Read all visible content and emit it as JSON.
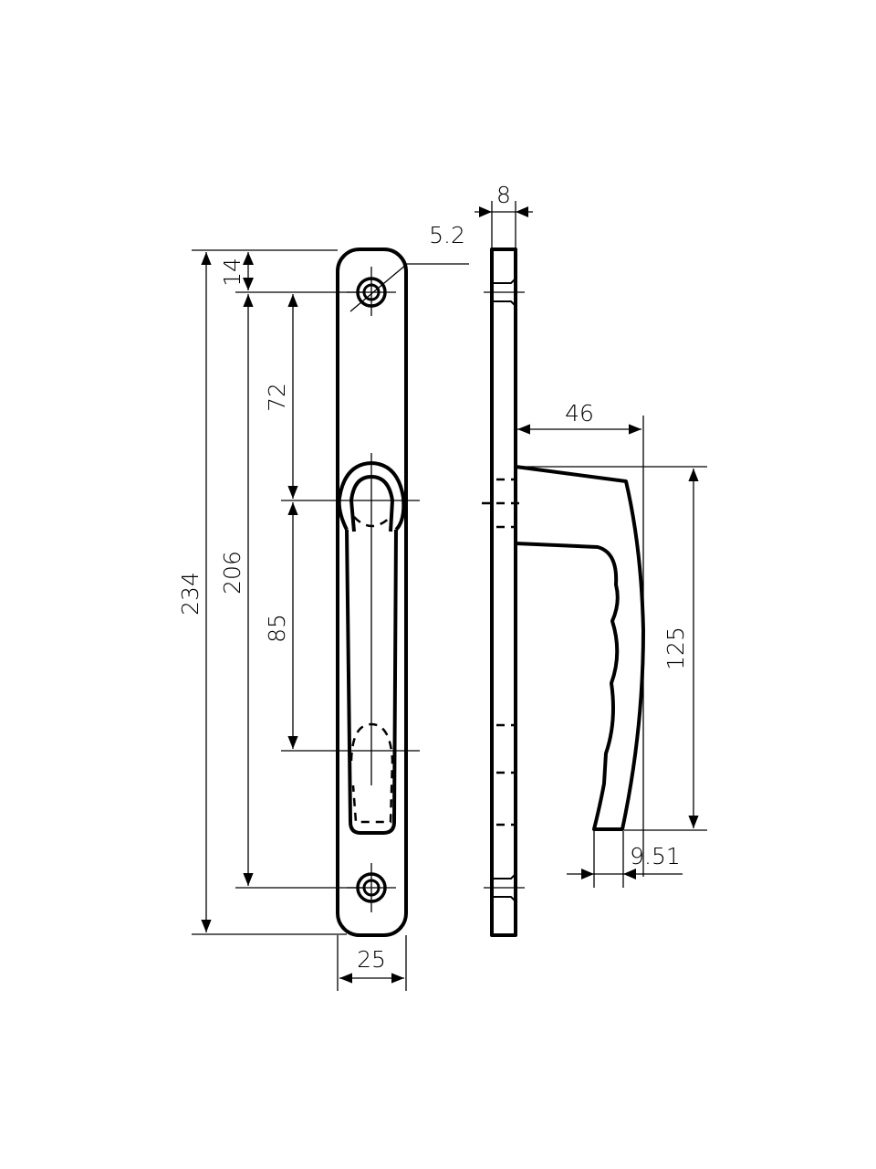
{
  "drawing": {
    "title": "Window handle technical drawing",
    "dimensions": {
      "total_length": "234",
      "hole_spacing": "206",
      "top_offset": "14",
      "hole_diameter": "5.2",
      "upper_to_pivot": "72",
      "pivot_to_lower": "85",
      "plate_width": "25",
      "plate_thickness": "8",
      "handle_projection": "46",
      "handle_length": "125",
      "handle_tip_width": "9.51"
    }
  }
}
